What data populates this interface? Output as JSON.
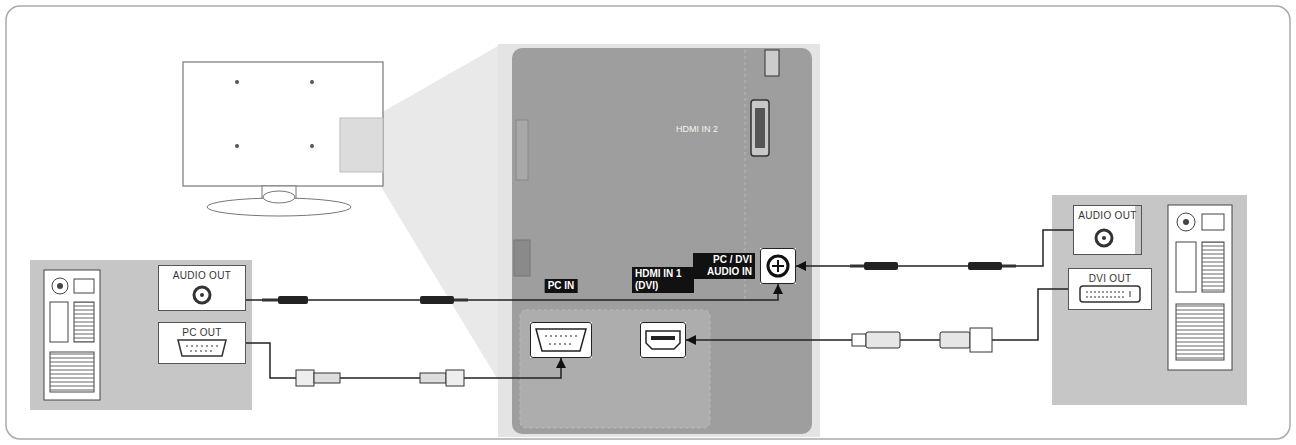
{
  "diagram": {
    "nodes": [
      {
        "text": [
          "AUDIO OUT"
        ]
      },
      {
        "text": [
          "PC OUT"
        ]
      },
      {
        "text": [
          "PC / DVI AUDIO IN"
        ]
      },
      {
        "text": [
          "PC IN"
        ]
      },
      {
        "text": [
          "HDMI IN 1 (DVI)"
        ]
      },
      {
        "text": [
          "AUDIO OUT"
        ]
      },
      {
        "text": [
          "DVI OUT"
        ]
      }
    ],
    "edges": [
      {
        "from": 0,
        "to": 2,
        "arrow": "to"
      },
      {
        "from": 1,
        "to": 3,
        "arrow": "to"
      },
      {
        "from": 5,
        "to": 2,
        "arrow": "to"
      },
      {
        "from": 6,
        "to": 4,
        "arrow": "to"
      }
    ],
    "labels": [
      "HDMI IN 2"
    ]
  }
}
